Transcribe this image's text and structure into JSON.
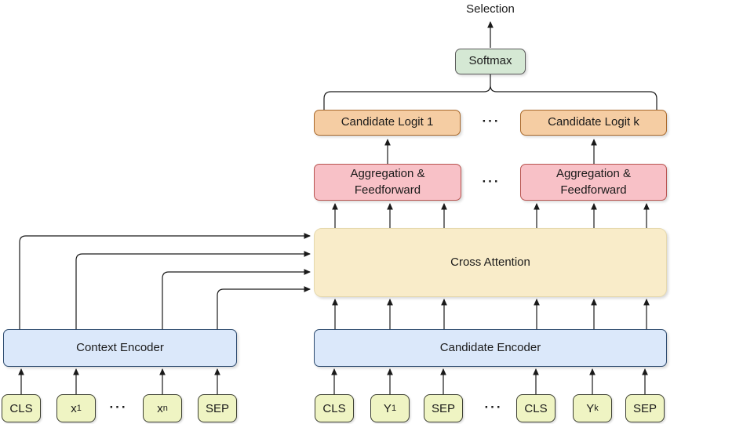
{
  "diagram": {
    "selection_label": "Selection",
    "softmax_label": "Softmax",
    "dots": "···",
    "candidate_logit_1_label": "Candidate Logit 1",
    "candidate_logit_k_label": "Candidate Logit k",
    "aggregation_line1": "Aggregation &",
    "aggregation_line2": "Feedforward",
    "cross_attention_label": "Cross Attention",
    "context_encoder_label": "Context Encoder",
    "candidate_encoder_label": "Candidate Encoder",
    "context_tokens": [
      {
        "label": "CLS"
      },
      {
        "base": "x",
        "sub": "1"
      },
      {
        "base": "x",
        "sub": "n"
      },
      {
        "label": "SEP"
      }
    ],
    "candidate_tokens": [
      {
        "label": "CLS"
      },
      {
        "base": "Y",
        "sub": "1"
      },
      {
        "label": "SEP"
      },
      {
        "label": "CLS"
      },
      {
        "base": "Y",
        "sub": "k"
      },
      {
        "label": "SEP"
      }
    ],
    "colors": {
      "background": "#ffffff",
      "softmax_fill": "#d5e8d4",
      "softmax_border": "#5b5b5b",
      "logit_fill": "#f5cda3",
      "logit_border": "#a9692b",
      "aggregation_fill": "#f8c1c7",
      "aggregation_border": "#b85450",
      "cross_attention_fill": "#f9ecc9",
      "cross_attention_border": "#e6d9ae",
      "encoder_fill": "#dbe8fa",
      "encoder_border": "#2c4a6e",
      "token_fill": "#eff4c3",
      "token_border": "#3d4032",
      "line": "#1a1a1a"
    }
  }
}
